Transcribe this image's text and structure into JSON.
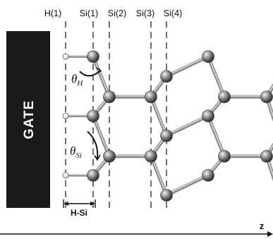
{
  "plane_labels": [
    "H(1)",
    "Si(1)",
    "Si(2)",
    "Si(3)",
    "Si(4)"
  ],
  "gate_label": "GATE",
  "angle_h": {
    "symbol": "θ",
    "subscript": "H"
  },
  "angle_si": {
    "symbol": "θ",
    "subscript": "Si"
  },
  "hsi_label": "H-Si",
  "axis_label": "z",
  "colors": {
    "gate": "#1a1a1a",
    "bond": "#8f8f8f",
    "atom_dark": "#3a3a3a",
    "atom_light": "#e8e8e8",
    "hydrogen": "#ffffff",
    "guide": "#222222"
  }
}
